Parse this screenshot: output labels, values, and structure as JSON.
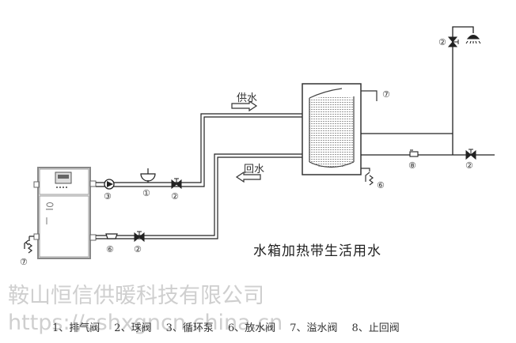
{
  "diagram": {
    "title": "水箱加热带生活用水",
    "flow_labels": {
      "supply": "供水",
      "return": "回水"
    },
    "component_numbers": {
      "pump": "③",
      "air_valve": "①",
      "supply_ball_valve": "②",
      "boiler_drain": "⑥",
      "return_ball_valve": "②",
      "boiler_overflow": "⑦",
      "tank_overflow": "⑦",
      "tank_drain": "⑥",
      "check_valve": "⑧",
      "outlet_ball_valve": "②",
      "shower_ball_valve": "②"
    },
    "legend": [
      {
        "number": "1、",
        "label": "排气阀"
      },
      {
        "number": "2、",
        "label": "球阀"
      },
      {
        "number": "3、",
        "label": "循环泵"
      },
      {
        "number": "6、",
        "label": "放水阀"
      },
      {
        "number": "7、",
        "label": "溢水阀"
      },
      {
        "number": "8、",
        "label": "止回阀"
      }
    ],
    "icons": {
      "boiler": "electric-boiler-icon",
      "tank": "water-tank-icon",
      "shower": "shower-head-icon"
    }
  },
  "watermark": {
    "company": "鞍山恒信供暖科技有限公司",
    "url": "https://cshxgncn.china.cn"
  }
}
